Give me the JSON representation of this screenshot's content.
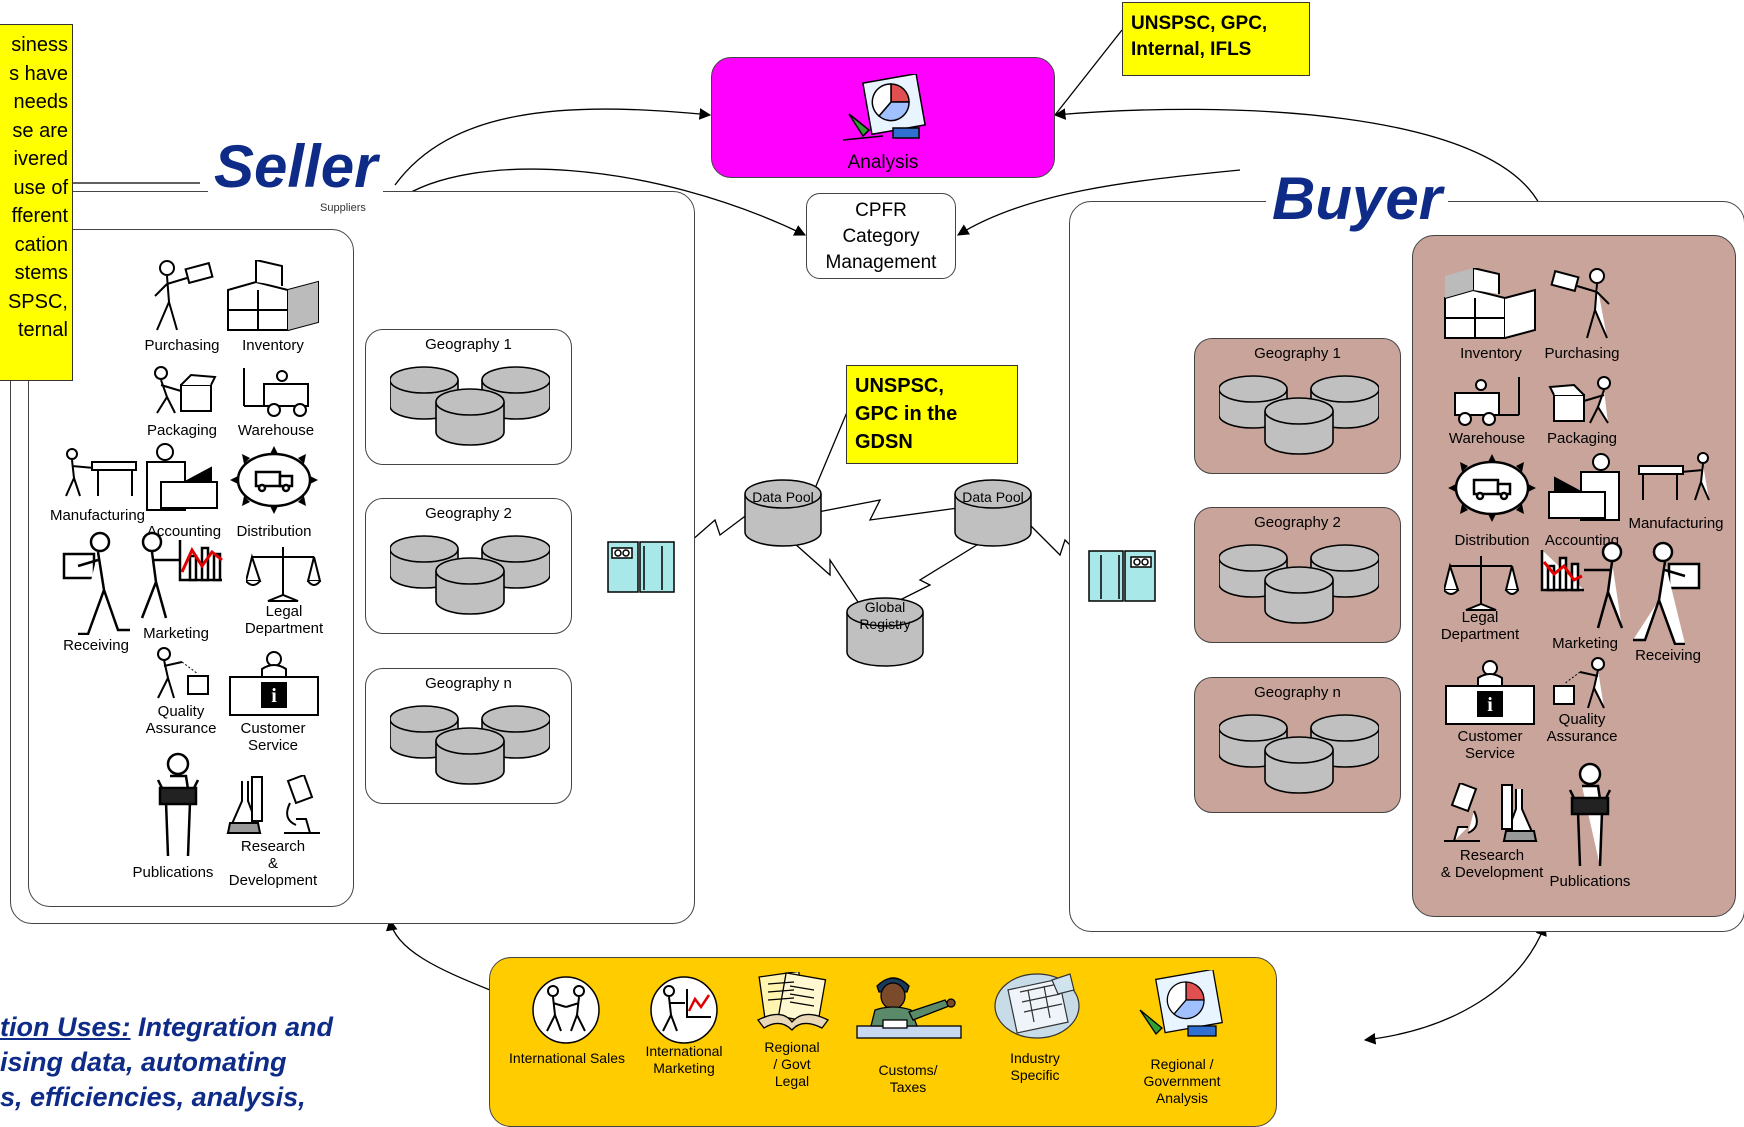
{
  "notes": {
    "left_yellow": "siness\ns have\nneeds\nse are\nivered\nuse of\nfferent\ncation\nstems\nSPSC,\nternal",
    "top_yellow": "UNSPSC, GPC,\nInternal, IFLS",
    "mid_yellow": "UNSPSC,\nGPC in the\nGDSN"
  },
  "seller": {
    "title": "Seller",
    "hidden_label": "Suppliers",
    "functions": {
      "purchasing": "Purchasing",
      "inventory": "Inventory",
      "packaging": "Packaging",
      "warehouse": "Warehouse",
      "manufacturing": "Manufacturing",
      "accounting": "Accounting",
      "distribution": "Distribution",
      "receiving": "Receiving",
      "marketing": "Marketing",
      "legal": "Legal\nDepartment",
      "quality": "Quality\nAssurance",
      "customer_service": "Customer\nService",
      "publications": "Publications",
      "research": "Research\n& Development"
    },
    "geographies": [
      "Geography 1",
      "Geography 2",
      "Geography n"
    ]
  },
  "buyer": {
    "title": "Buyer",
    "functions": {
      "inventory": "Inventory",
      "purchasing": "Purchasing",
      "warehouse": "Warehouse",
      "packaging": "Packaging",
      "distribution": "Distribution",
      "accounting": "Accounting",
      "manufacturing": "Manufacturing",
      "legal": "Legal\nDepartment",
      "marketing": "Marketing",
      "receiving": "Receiving",
      "customer_service": "Customer\nService",
      "quality": "Quality\nAssurance",
      "research": "Research\n& Development",
      "publications": "Publications"
    },
    "geographies": [
      "Geography 1",
      "Geography 2",
      "Geography n"
    ]
  },
  "center": {
    "analysis": "Analysis",
    "cpfr": "CPFR\nCategory\nManagement",
    "data_pool_left": "Data Pool",
    "data_pool_right": "Data Pool",
    "global_registry": "Global\nRegistry"
  },
  "bottom": {
    "items": [
      "International Sales",
      "International\nMarketing",
      "Regional\n/ Govt\nLegal",
      "Customs/\nTaxes",
      "Industry\nSpecific",
      "Regional /\nGovernment\nAnalysis"
    ],
    "uses_underlined": "tion Uses:",
    "uses_line1_rest": " Integration and",
    "uses_line2": "ising data, automating",
    "uses_line3": "s, efficiencies, analysis,"
  },
  "colors": {
    "magenta": "#ff00ff",
    "brown": "#c9a49a",
    "gold": "#ffcc00",
    "yellow": "#ffff00",
    "navy": "#0d2b87",
    "disk": "#c0c0c0"
  }
}
